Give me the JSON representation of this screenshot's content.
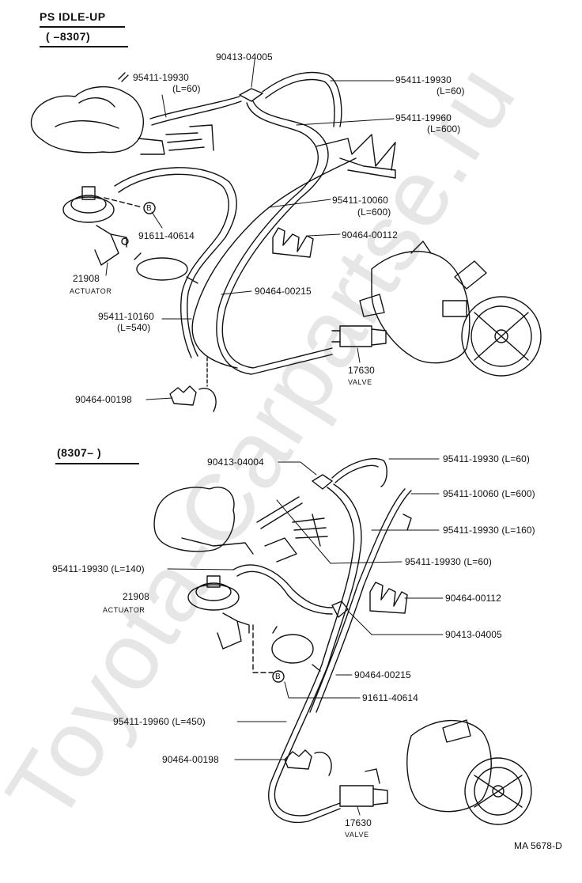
{
  "watermark": "Toyota-Carpartse.ru",
  "header": {
    "title": "PS  IDLE-UP",
    "range_top": "(       –8307)",
    "range_bottom": "(8307–          )"
  },
  "footer": {
    "figure_id": "MA  5678-D"
  },
  "top_labels": {
    "a_part": "95411-19930",
    "a_len": "(L=60)",
    "b_part": "90413-04005",
    "c_part": "95411-19930",
    "c_len": "(L=60)",
    "d_part": "95411-19960",
    "d_len": "(L=600)",
    "e_part": "95411-10060",
    "e_len": "(L=600)",
    "f_part": "90464-00112",
    "g_part": "91611-40614",
    "g_circle": "B",
    "h_part": "21908",
    "h_name": "ACTUATOR",
    "i_part": "90464-00215",
    "j_part": "95411-10160",
    "j_len": "(L=540)",
    "k_part": "17630",
    "k_name": "VALVE",
    "l_part": "90464-00198"
  },
  "bottom_labels": {
    "a": "90413-04004",
    "b": "95411-19930 (L=60)",
    "c": "95411-10060 (L=600)",
    "d": "95411-19930 (L=160)",
    "e": "95411-19930 (L=60)",
    "f": "95411-19930 (L=140)",
    "g_part": "21908",
    "g_name": "ACTUATOR",
    "h": "90464-00112",
    "i": "90413-04005",
    "j": "90464-00215",
    "k": "91611-40614",
    "k_circle": "B",
    "l": "95411-19960 (L=450)",
    "m": "90464-00198",
    "n_part": "17630",
    "n_name": "VALVE"
  }
}
